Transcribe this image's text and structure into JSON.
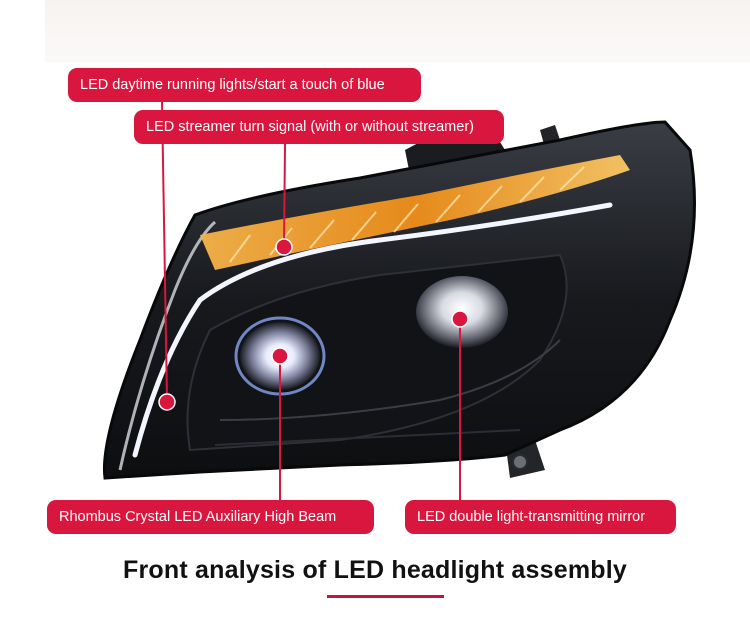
{
  "callouts": {
    "drl": "LED daytime running lights/start a touch of blue",
    "turn_signal": "LED streamer turn signal (with or without streamer)",
    "high_beam": "Rhombus Crystal LED Auxiliary High Beam",
    "mirror": "LED double light-transmitting mirror"
  },
  "caption": "Front analysis of LED headlight assembly",
  "colors": {
    "label_bg": "#d9163d",
    "label_text": "#ffffff",
    "caption_text": "#111111",
    "accent_underline": "#c4163a",
    "turn_signal_amber": "#f39a1e",
    "housing_black": "#15171b"
  }
}
